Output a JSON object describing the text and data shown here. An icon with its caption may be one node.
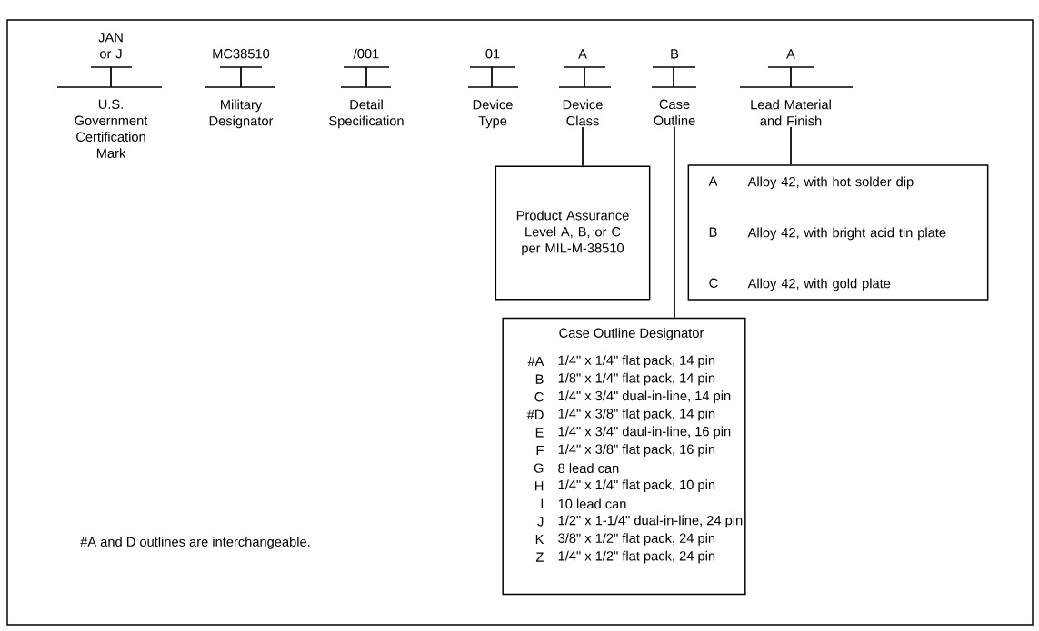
{
  "diagram": {
    "nodes": [
      {
        "text": [
          "JAN or J",
          "U.S. Government Certification Mark"
        ]
      },
      {
        "text": [
          "MC38510",
          "Military Designator"
        ]
      },
      {
        "text": [
          "/001",
          "Detail Specification"
        ]
      },
      {
        "text": [
          "01",
          "Device Type"
        ]
      },
      {
        "text": [
          "A",
          "Device Class"
        ]
      },
      {
        "text": [
          "B",
          "Case Outline"
        ]
      },
      {
        "text": [
          "A",
          "Lead Material and Finish"
        ]
      },
      {
        "text": [
          "Product Assurance Level A, B, or C per MIL-M-38510"
        ]
      },
      {
        "text": [
          "A",
          "Alloy 42, with hot solder dip",
          "B",
          "Alloy 42, with bright acid tin plate",
          "C",
          "Alloy 42, with gold plate"
        ]
      },
      {
        "text": [
          "Case Outline Designator",
          "#A",
          "1/4\" x 1/4\" flat pack, 14 pin",
          "B",
          "1/8\" x 1/4\" flat pack, 14 pin",
          "C",
          "1/4\" x 3/4\" dual-in-line, 14 pin",
          "#D",
          "1/4\" x 3/8\" flat pack, 14 pin",
          "E",
          "1/4\" x 3/4\" daul-in-line, 16 pin",
          "F",
          "1/4\" x 3/8\" flat pack, 16 pin",
          "G",
          "8 lead can",
          "H",
          "1/4\" x 1/4\" flat pack, 10 pin",
          "I",
          "10 lead can",
          "J",
          "1/2\" x 1-1/4\" dual-in-line, 24 pin",
          "K",
          "3/8\" x 1/2\" flat pack, 24 pin",
          "Z",
          "1/4\" x 1/2\" flat pack, 24 pin"
        ]
      }
    ],
    "edges": [
      {
        "from": 4,
        "to": 7,
        "arrow": "none"
      },
      {
        "from": 5,
        "to": 9,
        "arrow": "none"
      },
      {
        "from": 6,
        "to": 8,
        "arrow": "none"
      }
    ],
    "labels": [
      "#A and D outlines are interchangeable."
    ]
  }
}
